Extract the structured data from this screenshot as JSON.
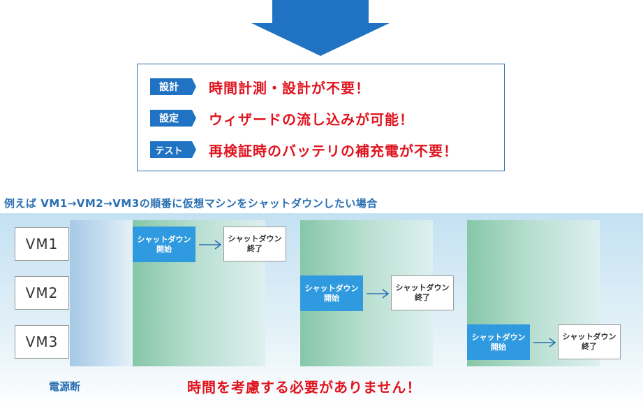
{
  "features": [
    {
      "tag": "設計",
      "text": "時間計測・設計が不要！"
    },
    {
      "tag": "設定",
      "text": "ウィザードの流し込みが可能！"
    },
    {
      "tag": "テスト",
      "text": "再検証時のバッテリの補充電が不要！"
    }
  ],
  "example_caption": "例えば VM1→VM2→VM3の順番に仮想マシンをシャットダウンしたい場合",
  "vms": [
    "VM1",
    "VM2",
    "VM3"
  ],
  "steps": {
    "start_line1": "シャットダウン",
    "start_line2": "開始",
    "end_line1": "シャットダウン",
    "end_line2": "終了"
  },
  "power_caption": "電源断",
  "conclusion": "時間を考慮する必要がありません！",
  "colors": {
    "accent_blue": "#1f73c2",
    "alert_red": "#e0141e",
    "start_blue": "#2f9adf"
  }
}
